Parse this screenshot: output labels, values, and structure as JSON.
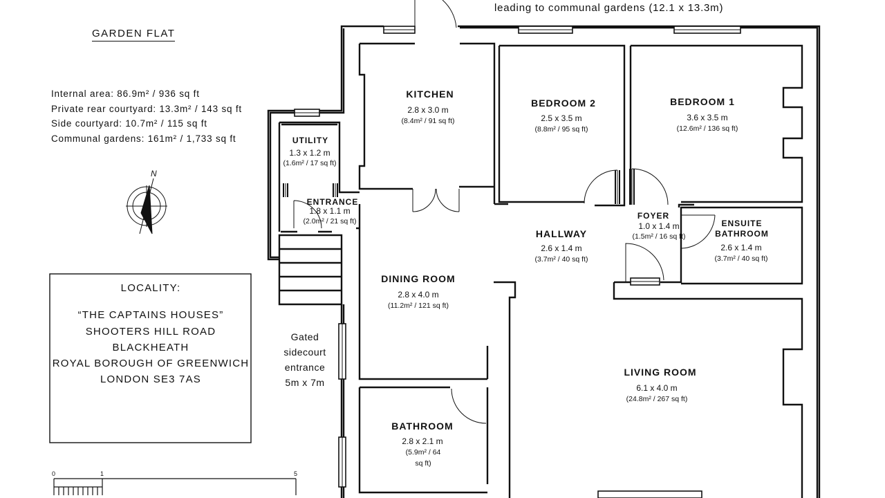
{
  "top_note": "leading to communal gardens (12.1 x 13.3m)",
  "title": "GARDEN FLAT",
  "stats": [
    "Internal area: 86.9m² / 936 sq ft",
    "Private rear courtyard: 13.3m² / 143 sq ft",
    "Side courtyard: 10.7m² / 115 sq ft",
    "Communal gardens: 161m² / 1,733 sq ft"
  ],
  "compass_label": "N",
  "locality": {
    "heading": "LOCALITY:",
    "lines": [
      "“THE CAPTAINS HOUSES”",
      "SHOOTERS HILL ROAD",
      "BLACKHEATH",
      "ROYAL BOROUGH OF GREENWICH",
      "LONDON SE3 7AS"
    ]
  },
  "gated_note": [
    "Gated",
    "sidecourt",
    "entrance",
    "5m x 7m"
  ],
  "scale_bar": {
    "labels": [
      "0",
      "1",
      "5"
    ]
  },
  "rooms": {
    "kitchen": {
      "name": "KITCHEN",
      "dims": "2.8 x 3.0 m",
      "area": "(8.4m² / 91 sq ft)"
    },
    "bedroom2": {
      "name": "BEDROOM 2",
      "dims": "2.5 x 3.5 m",
      "area": "(8.8m² / 95 sq ft)"
    },
    "bedroom1": {
      "name": "BEDROOM 1",
      "dims": "3.6 x 3.5 m",
      "area": "(12.6m² / 136 sq ft)"
    },
    "utility": {
      "name": "UTILITY",
      "dims": "1.3 x 1.2 m",
      "area": "(1.6m² / 17 sq ft)"
    },
    "entrance": {
      "name": "ENTRANCE",
      "dims": "1.8 x 1.1 m",
      "area": "(2.0m² / 21 sq ft)"
    },
    "foyer": {
      "name": "FOYER",
      "dims": "1.0 x 1.4 m",
      "area": "(1.5m² / 16 sq ft)"
    },
    "ensuite": {
      "name": [
        "ENSUITE",
        "BATHROOM"
      ],
      "dims": "2.6 x 1.4 m",
      "area": "(3.7m² / 40 sq ft)"
    },
    "hallway": {
      "name": "HALLWAY",
      "dims": "2.6 x 1.4 m",
      "area": "(3.7m² / 40 sq ft)"
    },
    "dining": {
      "name": "DINING ROOM",
      "dims": "2.8 x 4.0 m",
      "area": "(11.2m² / 121 sq ft)"
    },
    "living": {
      "name": "LIVING ROOM",
      "dims": "6.1 x 4.0 m",
      "area": "(24.8m² / 267 sq ft)"
    },
    "bathroom": {
      "name": "BATHROOM",
      "dims": "2.8 x 2.1 m",
      "area": [
        "(5.9m² / 64",
        "sq ft)"
      ]
    }
  }
}
